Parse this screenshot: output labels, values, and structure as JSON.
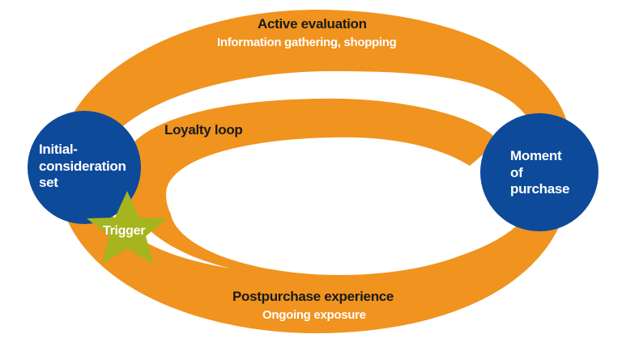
{
  "colors": {
    "loop": "#f0931f",
    "circle": "#0d4a9a",
    "star": "#a6b41e",
    "dark_text": "#1a1a1a",
    "light_text": "#ffffff"
  },
  "top_arc": {
    "title": "Active evaluation",
    "subtitle": "Information gathering, shopping"
  },
  "inner_arc": {
    "title": "Loyalty loop"
  },
  "bottom_arc": {
    "title": "Postpurchase experience",
    "subtitle": "Ongoing exposure"
  },
  "left_circle": {
    "label": "Initial-\nconsideration\nset"
  },
  "right_circle": {
    "label": "Moment\nof\npurchase"
  },
  "star": {
    "label": "Trigger"
  }
}
